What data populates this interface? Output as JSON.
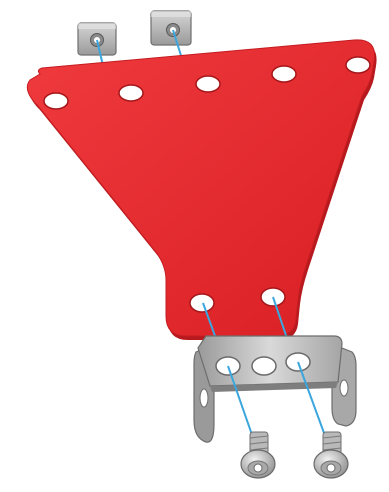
{
  "diagram": {
    "kind": "exploded-assembly",
    "parts": [
      {
        "name": "square-nut",
        "count": 2,
        "color": "#b8b8b8"
      },
      {
        "name": "trapezoid-plate",
        "count": 1,
        "color": "#e8262b",
        "holes": 7
      },
      {
        "name": "u-bracket",
        "count": 1,
        "color": "#b8b8b8",
        "holes": 5
      },
      {
        "name": "screw",
        "count": 2,
        "color": "#c9c9c9"
      }
    ],
    "colors": {
      "plate": "#e8262b",
      "plate_edge": "#b71a1e",
      "metal_light": "#d8d8d8",
      "metal_mid": "#b0b0b0",
      "metal_dark": "#7e7e7e",
      "guide_line": "#3aa6dd",
      "hole": "#ffffff"
    },
    "guide_line_style": "straight"
  }
}
